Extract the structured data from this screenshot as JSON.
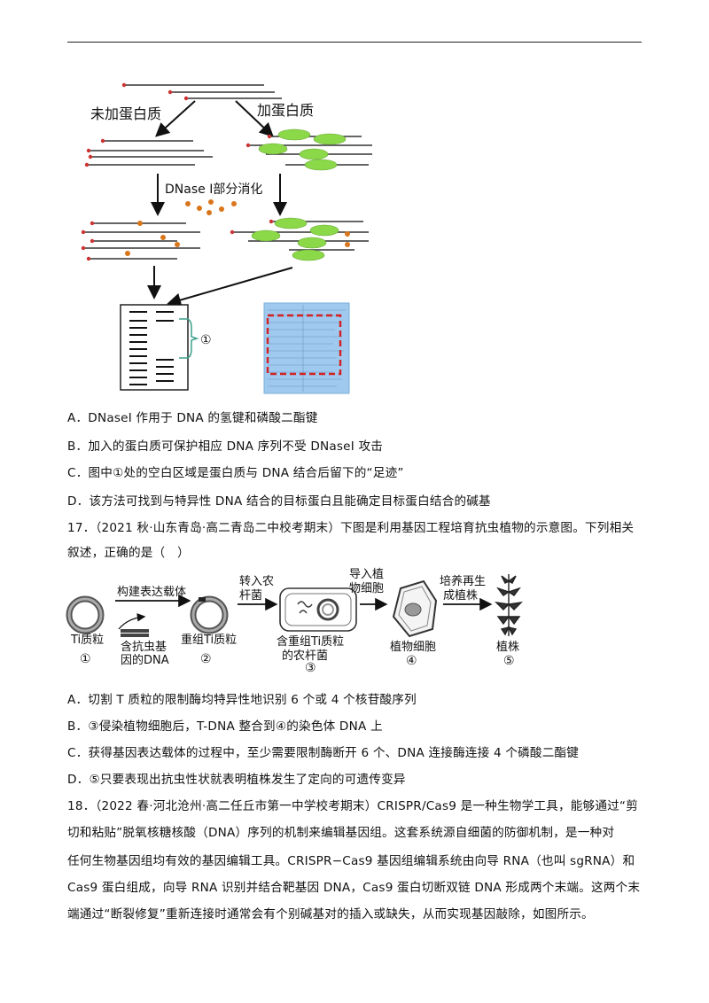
{
  "figure1": {
    "label_no_protein": "未加蛋白质",
    "label_add_protein": "加蛋白质",
    "label_dnase": "DNase I部分消化",
    "label_region": "①"
  },
  "q16": {
    "options": [
      "A．DNaseI 作用于 DNA 的氢键和磷酸二酯键",
      "B．加入的蛋白质可保护相应 DNA 序列不受 DNaseI 攻击",
      "C．图中①处的空白区域是蛋白质与 DNA 结合后留下的“足迹”",
      "D．该方法可找到与特异性 DNA 结合的目标蛋白且能确定目标蛋白结合的碱基"
    ]
  },
  "q17": {
    "stem_line1": "17．（2021 秋·山东青岛·高二青岛二中校考期末）下图是利用基因工程培育抗虫植物的示意图。下列相关",
    "stem_line2": "叙述，正确的是（　）",
    "diagram": {
      "step1": "构建表达载体",
      "step2_l1": "转入农",
      "step2_l2": "杆菌",
      "step3_l1": "导入植",
      "step3_l2": "物细胞",
      "step4_l1": "培养再生",
      "step4_l2": "成植株",
      "ti": "Ti质粒",
      "gene_l1": "含抗虫基",
      "gene_l2": "因的DNA",
      "recomb": "重组Ti质粒",
      "agro_l1": "含重组Ti质粒",
      "agro_l2": "的农杆菌",
      "cell": "植物细胞",
      "plant": "植株",
      "n1": "①",
      "n2": "②",
      "n3": "③",
      "n4": "④",
      "n5": "⑤"
    },
    "options": [
      "A．切割 T 质粒的限制酶均特异性地识别 6 个或 4 个核苷酸序列",
      "B．③侵染植物细胞后，T-DNA 整合到④的染色体 DNA 上",
      "C．获得基因表达载体的过程中，至少需要限制酶断开 6 个、DNA 连接酶连接 4 个磷酸二酯键",
      "D．⑤只要表现出抗虫性状就表明植株发生了定向的可遗传变异"
    ]
  },
  "q18": {
    "lines": [
      "18．（2022 春·河北沧州·高二任丘市第一中学校考期末）CRISPR/Cas9 是一种生物学工具，能够通过“剪",
      "切和粘贴”脱氧核糖核酸（DNA）序列的机制来编辑基因组。这套系统源自细菌的防御机制，是一种对",
      "任何生物基因组均有效的基因编辑工具。CRISPR−Cas9 基因组编辑系统由向导 RNA（也叫 sgRNA）和",
      "Cas9 蛋白组成，向导 RNA 识别并结合靶基因 DNA，Cas9 蛋白切断双链 DNA 形成两个末端。这两个末",
      "端通过“断裂修复”重新连接时通常会有个别碱基对的插入或缺失，从而实现基因敲除，如图所示。"
    ]
  }
}
